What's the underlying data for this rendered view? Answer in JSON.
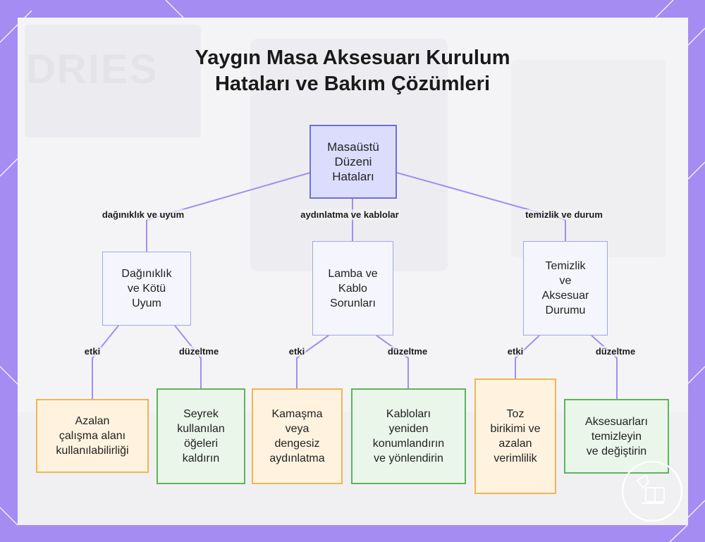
{
  "title": "Yaygın Masa Aksesuarı Kurulum\nHataları ve Bakım Çözümleri",
  "background_watermark": "DRIES",
  "colors": {
    "frame": "#a48cf2",
    "panel": "#f4f4f6",
    "edge": "#a48cf2",
    "root_fill": "#dcdcfd",
    "root_border": "#6f6fd8",
    "effect_fill": "#fff3df",
    "effect_border": "#f0b552",
    "fix_fill": "#eaf6e9",
    "fix_border": "#5db55a"
  },
  "nodes": {
    "root": "Masaüstü\nDüzeni\nHataları",
    "clutter": "Dağınıklık\nve Kötü\nUyum",
    "lamp_cable": "Lamba ve\nKablo\nSorunları",
    "cleaning": "Temizlik\nve\nAksesuar\nDurumu",
    "reduced_space": "Azalan\nçalışma alanı\nkullanılabilirliği",
    "remove_items": "Seyrek\nkullanılan\nöğeleri\nkaldırın",
    "glare": "Kamaşma\nveya\ndengesiz\naydınlatma",
    "reroute_cables": "Kabloları\nyeniden\nkonumlandırın\nve yönlendirin",
    "dust": "Toz\nbirikimi ve\nazalan\nverimlilik",
    "clean_replace": "Aksesuarları\ntemizleyin\nve değiştirin"
  },
  "edge_labels": {
    "clutter": "dağınıklık ve uyum",
    "lamp_cable": "aydınlatma ve kablolar",
    "cleaning": "temizlik ve durum",
    "effect": "etki",
    "fix": "düzeltme"
  },
  "icons": [
    "frame-corner-stripes",
    "logo-badge-icon"
  ]
}
